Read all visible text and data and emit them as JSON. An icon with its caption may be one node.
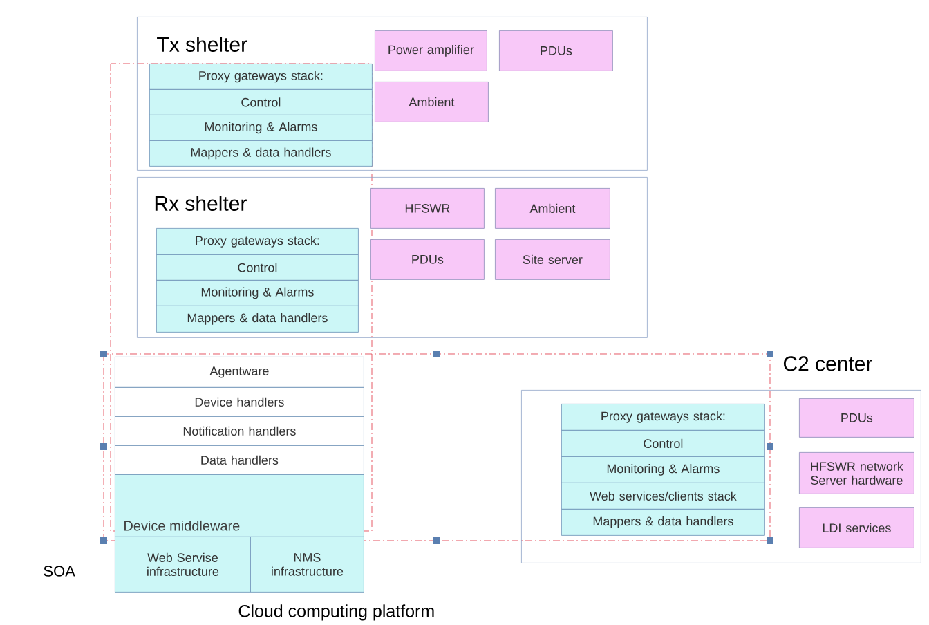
{
  "diagram": {
    "nodes": [
      {
        "text": [
          "Tx shelter"
        ]
      },
      {
        "text": [
          "Proxy gateways stack:"
        ],
        "in": 0
      },
      {
        "text": [
          "Control"
        ],
        "in": 0
      },
      {
        "text": [
          "Monitoring & Alarms"
        ],
        "in": 0
      },
      {
        "text": [
          "Mappers & data handlers"
        ],
        "in": 0
      },
      {
        "text": [
          "Power amplifier"
        ],
        "in": 0
      },
      {
        "text": [
          "PDUs"
        ],
        "in": 0
      },
      {
        "text": [
          "Ambient"
        ],
        "in": 0
      },
      {
        "text": [
          "Rx shelter"
        ]
      },
      {
        "text": [
          "Proxy gateways stack:"
        ],
        "in": 8
      },
      {
        "text": [
          "Control"
        ],
        "in": 8
      },
      {
        "text": [
          "Monitoring & Alarms"
        ],
        "in": 8
      },
      {
        "text": [
          "Mappers & data handlers"
        ],
        "in": 8
      },
      {
        "text": [
          "HFSWR"
        ],
        "in": 8
      },
      {
        "text": [
          "Ambient"
        ],
        "in": 8
      },
      {
        "text": [
          "PDUs"
        ],
        "in": 8
      },
      {
        "text": [
          "Site server"
        ],
        "in": 8
      },
      {
        "text": [
          "Agentware"
        ]
      },
      {
        "text": [
          "Device handlers"
        ]
      },
      {
        "text": [
          "Notification handlers"
        ]
      },
      {
        "text": [
          "Data handlers"
        ]
      },
      {
        "text": [
          "Device middleware"
        ]
      },
      {
        "text": [
          "Web Servise infrastructure"
        ]
      },
      {
        "text": [
          "NMS infrastructure"
        ]
      },
      {
        "text": [
          "C2 center"
        ]
      },
      {
        "text": [
          "Proxy gateways stack:"
        ],
        "in": 24
      },
      {
        "text": [
          "Control"
        ],
        "in": 24
      },
      {
        "text": [
          "Monitoring & Alarms"
        ],
        "in": 24
      },
      {
        "text": [
          "Web services/clients stack"
        ],
        "in": 24
      },
      {
        "text": [
          "Mappers & data handlers"
        ],
        "in": 24
      },
      {
        "text": [
          "PDUs"
        ],
        "in": 24
      },
      {
        "text": [
          "HFSWR network Server hardware"
        ],
        "in": 24
      },
      {
        "text": [
          "LDI services"
        ],
        "in": 24
      }
    ],
    "labels": [
      "SOA",
      "Cloud computing platform"
    ]
  }
}
